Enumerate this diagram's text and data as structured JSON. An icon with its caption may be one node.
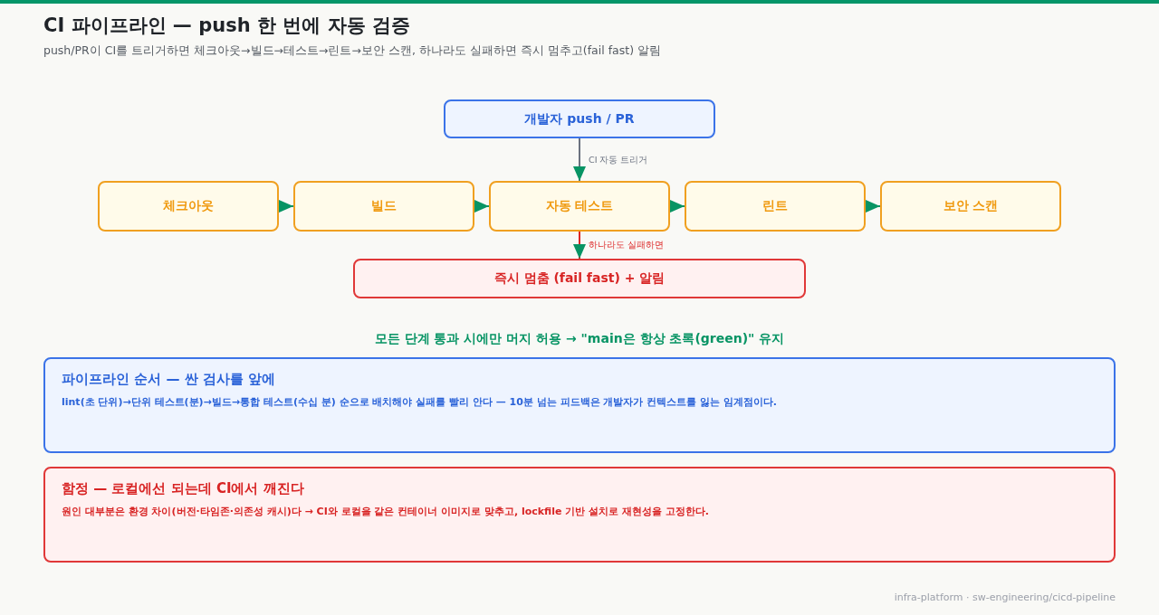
{
  "diagram": {
    "title": "CI 파이프라인 — push 한 번에 자동 검증",
    "caption": "push/PR이 CI를 트리거하면 체크아웃→빌드→테스트→린트→보안 스캔, 하나라도 실패하면 즉시 멈추고(fail fast) 알림",
    "nodes": [
      {
        "text": [
          "개발자 push / PR"
        ]
      },
      {
        "text": [
          "체크아웃"
        ]
      },
      {
        "text": [
          "빌드"
        ]
      },
      {
        "text": [
          "자동 테스트"
        ]
      },
      {
        "text": [
          "린트"
        ]
      },
      {
        "text": [
          "보안 스캔"
        ]
      },
      {
        "text": [
          "즉시 멈춤 (fail fast) + 알림"
        ]
      },
      {
        "text": [
          "파이프라인 순서 — 싼 검사를 앞에",
          "lint(초 단위)→단위 테스트(분)→빌드→통합 테스트(수십 분) 순으로 배치해야 실패를 빨리 안다 — 10분 넘는 피드백은 개발자가 컨텍스트를 잃는 임계점이다."
        ]
      },
      {
        "text": [
          "함정 — 로컬에선 되는데 CI에서 깨진다",
          "원인 대부분은 환경 차이(버전·타임존·의존성 캐시)다 → CI와 로컬을 같은 컨테이너 이미지로 맞추고, lockfile 기반 설치로 재현성을 고정한다."
        ]
      }
    ],
    "edges": [
      {
        "from": 0,
        "to": 3,
        "arrow": "to",
        "label": "CI 자동 트리거",
        "color": "#6b7280"
      },
      {
        "from": 1,
        "to": 2,
        "arrow": "to"
      },
      {
        "from": 2,
        "to": 3,
        "arrow": "to"
      },
      {
        "from": 3,
        "to": 4,
        "arrow": "to"
      },
      {
        "from": 4,
        "to": 5,
        "arrow": "to"
      },
      {
        "from": 3,
        "to": 6,
        "arrow": "to",
        "label": "하나라도 실패하면",
        "color": "#dc2626"
      }
    ],
    "labels": [
      "모든 단계 통과 시에만 머지 허용 → \"main은 항상 초록(green)\" 유지",
      "infra-platform · sw-engineering/cicd-pipeline"
    ]
  }
}
